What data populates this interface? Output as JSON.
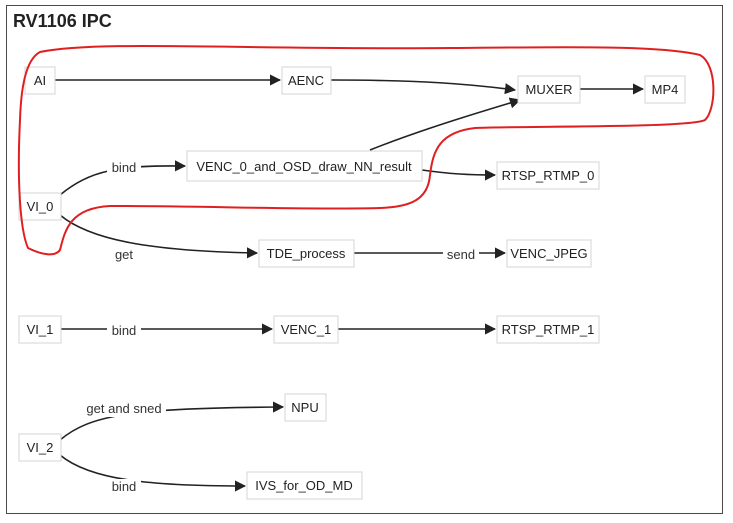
{
  "diagram": {
    "title": "RV1106 IPC",
    "nodes": {
      "ai": "AI",
      "aenc": "AENC",
      "muxer": "MUXER",
      "mp4": "MP4",
      "vi0": "VI_0",
      "venc0": "VENC_0_and_OSD_draw_NN_result",
      "rtsp0": "RTSP_RTMP_0",
      "tde": "TDE_process",
      "vencjpeg": "VENC_JPEG",
      "vi1": "VI_1",
      "venc1": "VENC_1",
      "rtsp1": "RTSP_RTMP_1",
      "npu": "NPU",
      "vi2": "VI_2",
      "ivs": "IVS_for_OD_MD"
    },
    "edge_labels": {
      "vi0_venc0": "bind",
      "vi0_tde": "get",
      "tde_vencjpeg": "send",
      "vi1_venc1": "bind",
      "vi2_npu": "get and sned",
      "vi2_ivs": "bind"
    }
  }
}
